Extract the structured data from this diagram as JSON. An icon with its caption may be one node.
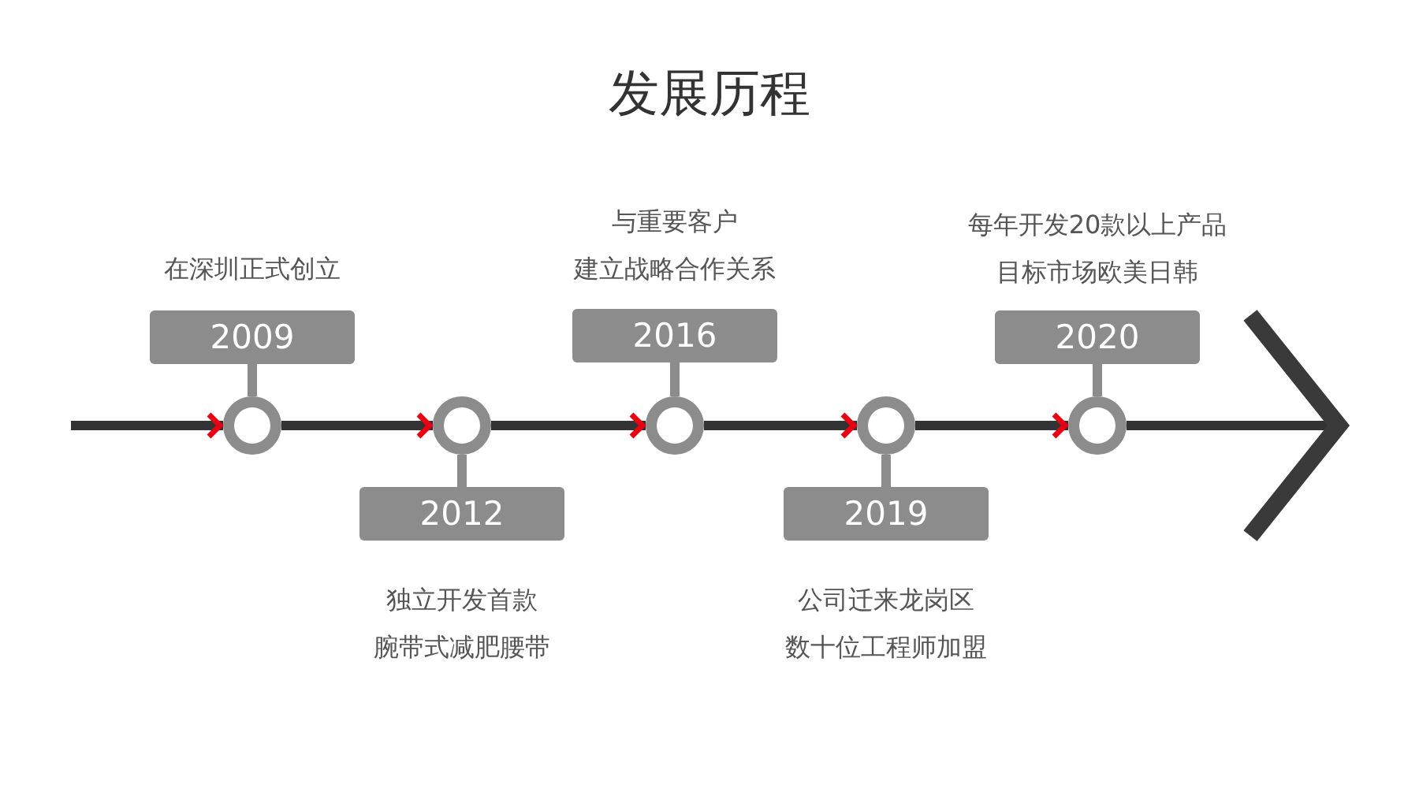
{
  "diagram": {
    "title": "发展历程",
    "nodes": [
      {
        "text": [
          "2009"
        ],
        "beside": [
          "在深圳正式创立"
        ]
      },
      {
        "text": [],
        "shape": "circle"
      },
      {
        "text": [
          "2012"
        ],
        "beside": [
          "独立开发首款腕带式减肥腰带"
        ]
      },
      {
        "text": [],
        "shape": "circle"
      },
      {
        "text": [
          "2016"
        ],
        "beside": [
          "与重要客户建立战略合作关系"
        ]
      },
      {
        "text": [],
        "shape": "circle"
      },
      {
        "text": [
          "2019"
        ],
        "beside": [
          "公司迁来龙岗区数十位工程师加盟"
        ]
      },
      {
        "text": [],
        "shape": "circle"
      },
      {
        "text": [
          "2020"
        ],
        "beside": [
          "每年开发20款以上产品目标市场欧美日韩"
        ]
      },
      {
        "text": [],
        "shape": "circle"
      }
    ],
    "edges": [
      {
        "from": null,
        "to": 1,
        "arrow": "to"
      },
      {
        "from": 1,
        "to": 3,
        "arrow": "to"
      },
      {
        "from": 3,
        "to": 5,
        "arrow": "to"
      },
      {
        "from": 5,
        "to": 7,
        "arrow": "to"
      },
      {
        "from": 7,
        "to": 9,
        "arrow": "to"
      },
      {
        "from": 9,
        "to": null,
        "arrow": "to",
        "color": "#3a3a3a"
      },
      {
        "from": 0,
        "to": 1,
        "arrow": "none"
      },
      {
        "from": 2,
        "to": 3,
        "arrow": "none"
      },
      {
        "from": 4,
        "to": 5,
        "arrow": "none"
      },
      {
        "from": 6,
        "to": 7,
        "arrow": "none"
      },
      {
        "from": 8,
        "to": 9,
        "arrow": "none"
      }
    ]
  }
}
